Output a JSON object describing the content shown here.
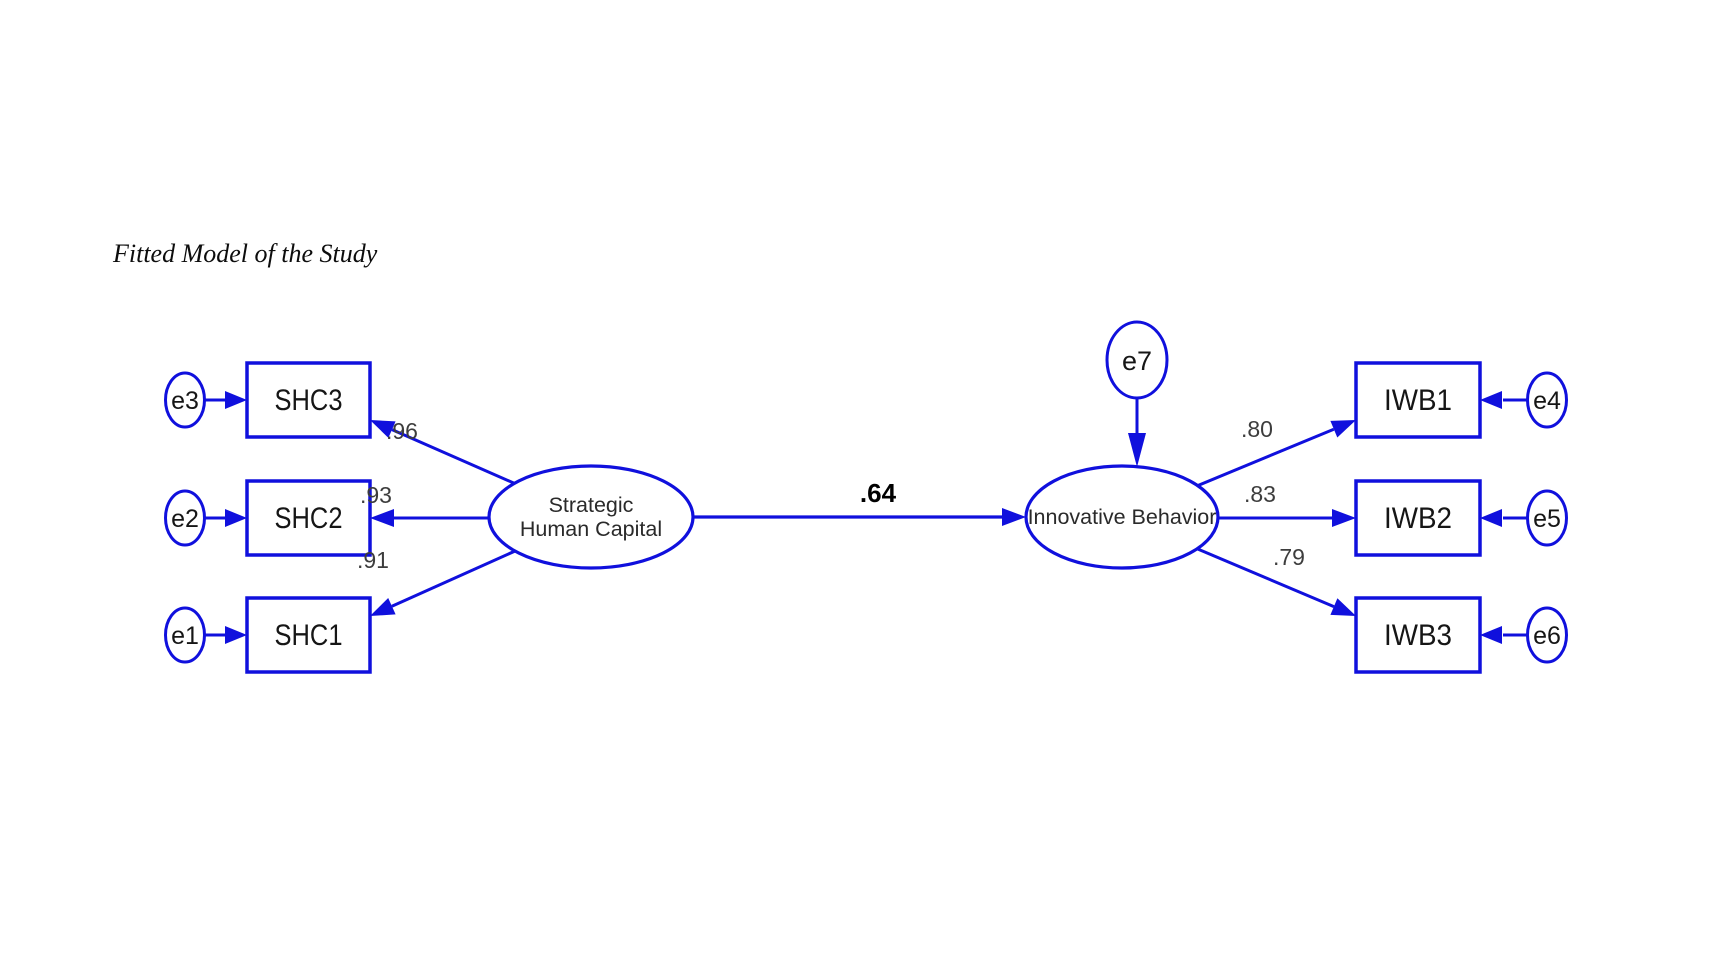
{
  "title": "Fitted Model of the Study",
  "colors": {
    "diagram_blue": "#1010dd",
    "node_text": "#161616",
    "loading_text": "#3d3d3d",
    "coefficient_text": "#000000",
    "background": "#ffffff"
  },
  "model": {
    "structural_path": {
      "from": "Strategic Human Capital",
      "to": "Innovative Behavior",
      "coefficient": ".64"
    },
    "exogenous_latent": {
      "line1": "Strategic",
      "line2": "Human Capital"
    },
    "endogenous_latent": {
      "label": "Innovative Behavior"
    },
    "disturbance": {
      "label": "e7"
    },
    "indicators_left": [
      {
        "label": "SHC3",
        "loading": ".96",
        "error": "e3"
      },
      {
        "label": "SHC2",
        "loading": ".93",
        "error": "e2"
      },
      {
        "label": "SHC1",
        "loading": ".91",
        "error": "e1"
      }
    ],
    "indicators_right": [
      {
        "label": "IWB1",
        "loading": ".80",
        "error": "e4"
      },
      {
        "label": "IWB2",
        "loading": ".83",
        "error": "e5"
      },
      {
        "label": "IWB3",
        "loading": ".79",
        "error": "e6"
      }
    ]
  }
}
